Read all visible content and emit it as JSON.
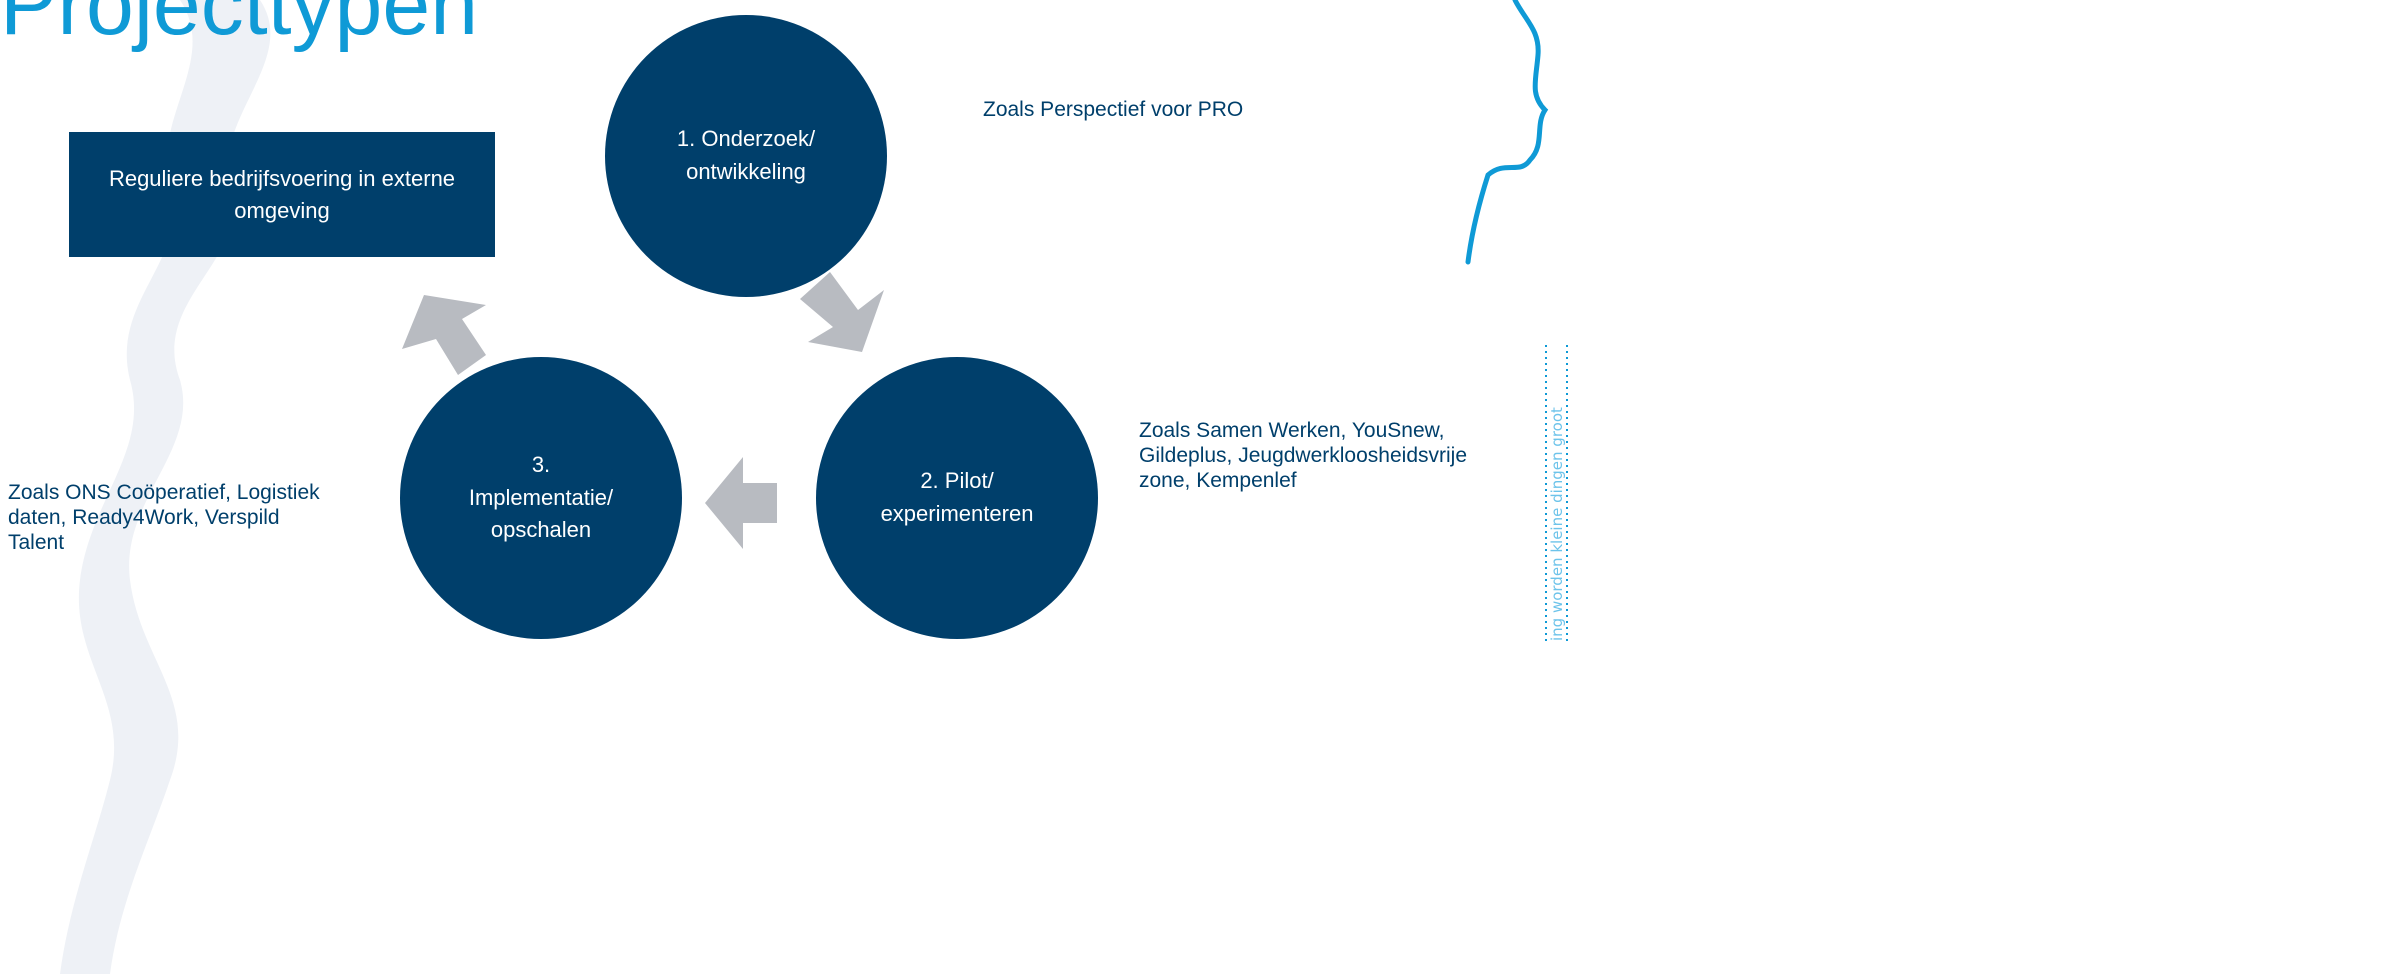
{
  "slide": {
    "title": "Projecttypen",
    "tagline": "ing worden kleine dingen groot"
  },
  "diagram": {
    "external_box": {
      "line1": "Reguliere bedrijfsvoering in externe",
      "line2": "omgeving"
    },
    "stages": [
      {
        "line1": "1. Onderzoek/",
        "line2": "ontwikkeling"
      },
      {
        "line1": "2. Pilot/",
        "line2": "experimenteren"
      },
      {
        "line0": "3.",
        "line1": "Implementatie/",
        "line2": "opschalen"
      }
    ],
    "examples": {
      "stage1": "Zoals Perspectief voor PRO",
      "stage2": {
        "line1": "Zoals Samen Werken, YouSnew,",
        "line2": "Gildeplus, Jeugdwerkloosheidsvrije",
        "line3": "zone, Kempenlef"
      },
      "stage3": {
        "line1": "Zoals ONS Coöperatief, Logistiek",
        "line2": "daten, Ready4Work, Verspild",
        "line3": "Talent"
      }
    }
  },
  "colors": {
    "dark_blue": "#003f6b",
    "arrow_gray": "#b8bbc1",
    "accent_blue": "#0f9ad6",
    "background_shape": "#eef1f6"
  }
}
